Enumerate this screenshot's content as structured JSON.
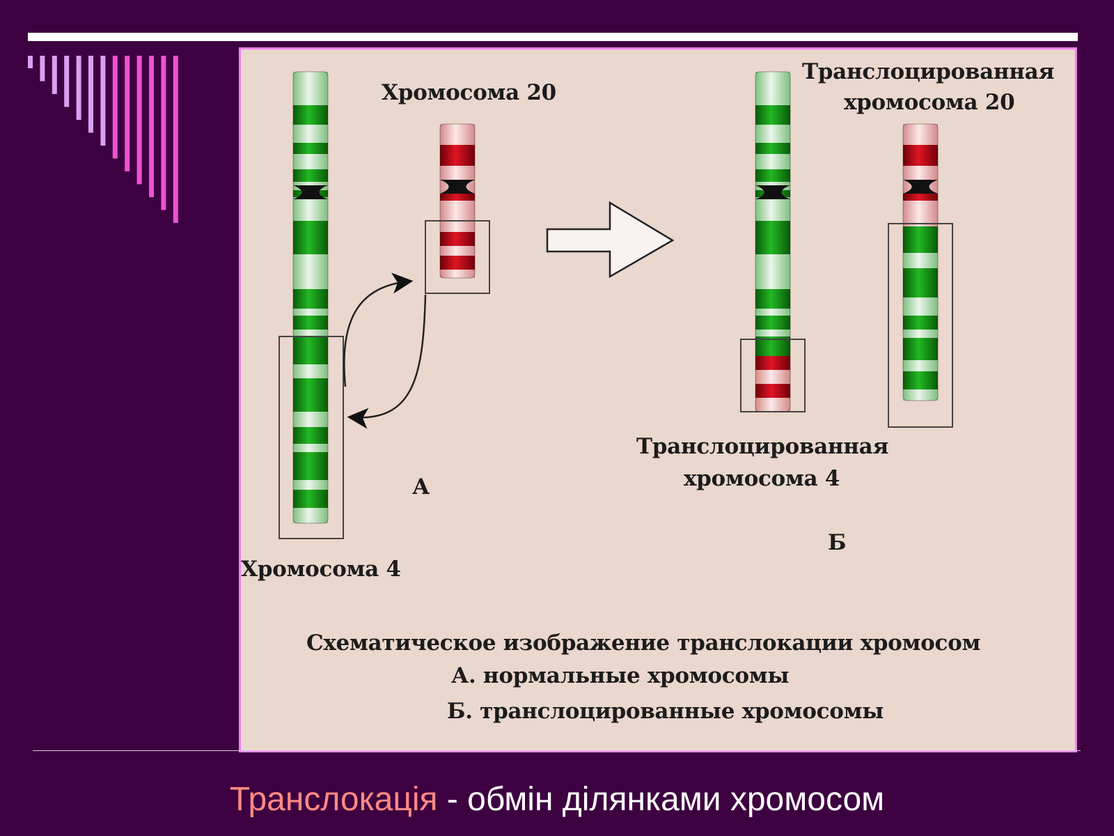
{
  "colors": {
    "background": "#3d0040",
    "panel": "#ead7cd",
    "panel_border": "#ee82ee",
    "green_band": "#0a8a0a",
    "red_band": "#b30010",
    "caption_highlight": "#ff8a85"
  },
  "diagram": {
    "label_chr20": "Хромосома 20",
    "label_chr4": "Хромосома 4",
    "label_trans20_line1": "Транслоцированная",
    "label_trans20_line2": "хромосома 20",
    "label_trans4_line1": "Транслоцированная",
    "label_trans4_line2": "хромосома 4",
    "label_a": "А",
    "label_b": "Б",
    "note_line1": "Схематическое изображение транслокации хромосом",
    "note_line2": "А. нормальные хромосомы",
    "note_line3": "Б. транслоцированные хромосомы"
  },
  "caption": {
    "term": "Транслокація",
    "rest": " - обмін ділянками хромосом"
  }
}
